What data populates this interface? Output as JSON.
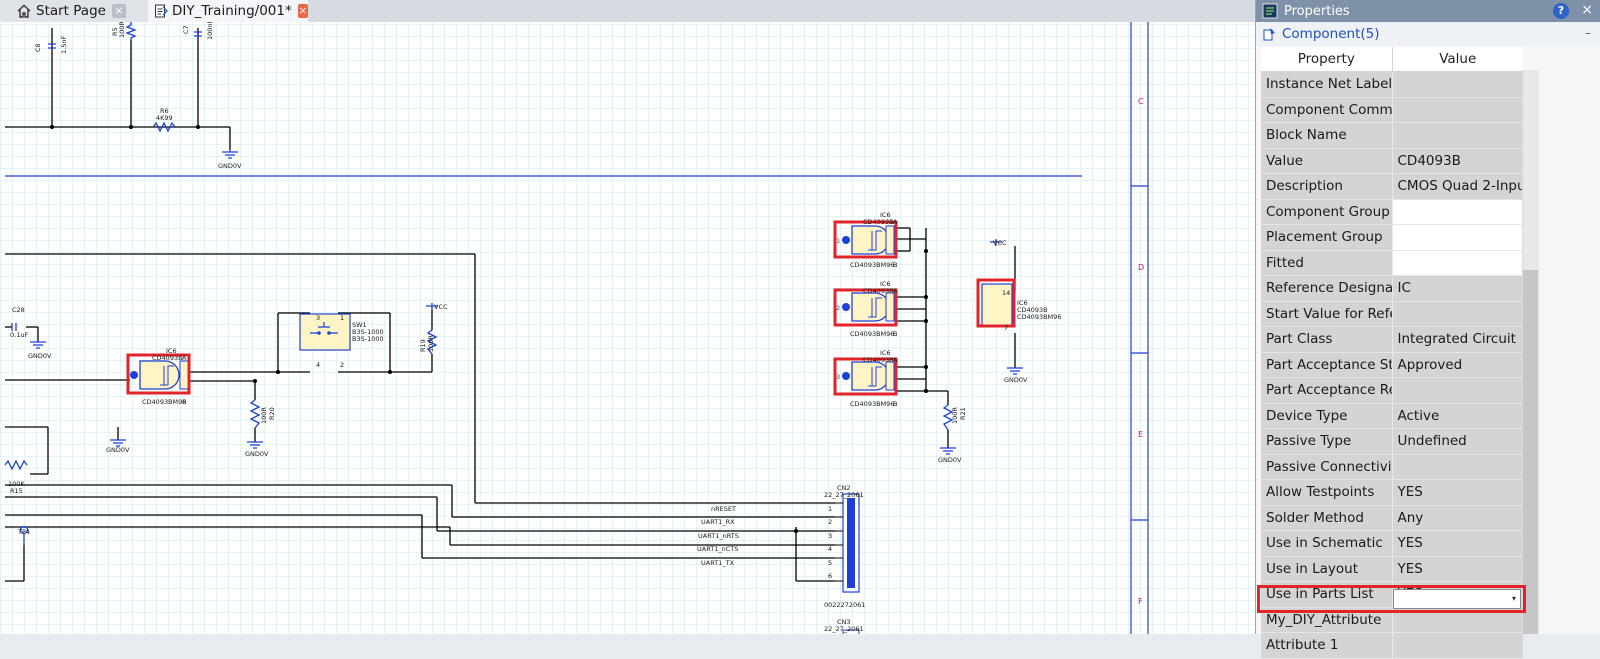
{
  "tabs": [
    {
      "label": "Start Page",
      "close": "×"
    },
    {
      "label": "DIY_Training/001*",
      "close": "×"
    }
  ],
  "panel": {
    "title": "Properties",
    "help": "?",
    "close": "×",
    "section": "Component(5)",
    "collapse": "–",
    "headers": {
      "property": "Property",
      "value": "Value"
    },
    "rows": [
      {
        "p": "Instance Net Label",
        "v": ""
      },
      {
        "p": "Component Comme...",
        "v": ""
      },
      {
        "p": "Block Name",
        "v": ""
      },
      {
        "p": "Value",
        "v": "CD4093B"
      },
      {
        "p": "Description",
        "v": "CMOS Quad 2-Input..."
      },
      {
        "p": "Component Group",
        "v": "",
        "white": true
      },
      {
        "p": "Placement Group",
        "v": "",
        "white": true
      },
      {
        "p": "Fitted",
        "v": "",
        "white": true
      },
      {
        "p": "Reference Designato...",
        "v": "IC"
      },
      {
        "p": "Start Value for Refer...",
        "v": ""
      },
      {
        "p": "Part Class",
        "v": "Integrated Circuit"
      },
      {
        "p": "Part Acceptance Stat...",
        "v": "Approved"
      },
      {
        "p": "Part Acceptance Rea...",
        "v": ""
      },
      {
        "p": "Device Type",
        "v": "Active"
      },
      {
        "p": "Passive Type",
        "v": "Undefined"
      },
      {
        "p": "Passive Connectivity",
        "v": ""
      },
      {
        "p": "Allow Testpoints",
        "v": "YES"
      },
      {
        "p": "Solder Method",
        "v": "Any"
      },
      {
        "p": "Use in Schematic",
        "v": "YES"
      },
      {
        "p": "Use in Layout",
        "v": "YES"
      },
      {
        "p": "Use in Parts List",
        "v": "YES"
      },
      {
        "p": "My_DIY_Attribute",
        "v": ""
      },
      {
        "p": "Attribute 1",
        "v": ""
      }
    ]
  },
  "schematic": {
    "colors": {
      "wire": "#000000",
      "component": "#1f3fd8",
      "gate_fill": "#fff4c6",
      "highlight": "#e0242a",
      "grid": "#bfe3ea",
      "border": "#1f3fd8",
      "label": "#1a1a1a",
      "zone": "#c8107c"
    },
    "zones": [
      "C",
      "D",
      "E",
      "F"
    ],
    "labels": {
      "c8": "C8",
      "c8v": "1.5nF",
      "r5": "R5",
      "r5v": "100R",
      "c7": "C7",
      "c7v": "100nF",
      "r6": "R6",
      "r6v": "4K99",
      "gnd": "GND0V",
      "c28": "C28",
      "c28v": "0.1uF",
      "ic6": "IC6",
      "cd": "CD4093B",
      "gate_a": "A",
      "gate_b": "B",
      "cdm": "CD4093BM96",
      "sw1": "SW1",
      "swv1": "B3S-1000",
      "swv2": "B3S-1000",
      "vcc": "VCC",
      "r19": "R19",
      "r19v": "100R",
      "r20": "R20",
      "r20v": "100R",
      "r21": "R21",
      "r21v": "100R",
      "r15": "R15",
      "r15v": "100K",
      "tp4": "TP4",
      "cn2": "CN2",
      "cn2v": "22_27_2061",
      "cn2p": "0022272061",
      "cn3": "CN3",
      "cn3v": "22_27_2061",
      "p14": "14",
      "p7": "7",
      "nets": [
        "nRESET",
        "UART1_RX",
        "UART1_nRTS",
        "UART1_nCTS",
        "UART1_TX"
      ],
      "pins": [
        "1",
        "2",
        "3",
        "4",
        "5",
        "6"
      ],
      "sw_pins": [
        "3",
        "1",
        "4",
        "2"
      ],
      "gate_pins": [
        "1",
        "2",
        "3"
      ]
    }
  }
}
